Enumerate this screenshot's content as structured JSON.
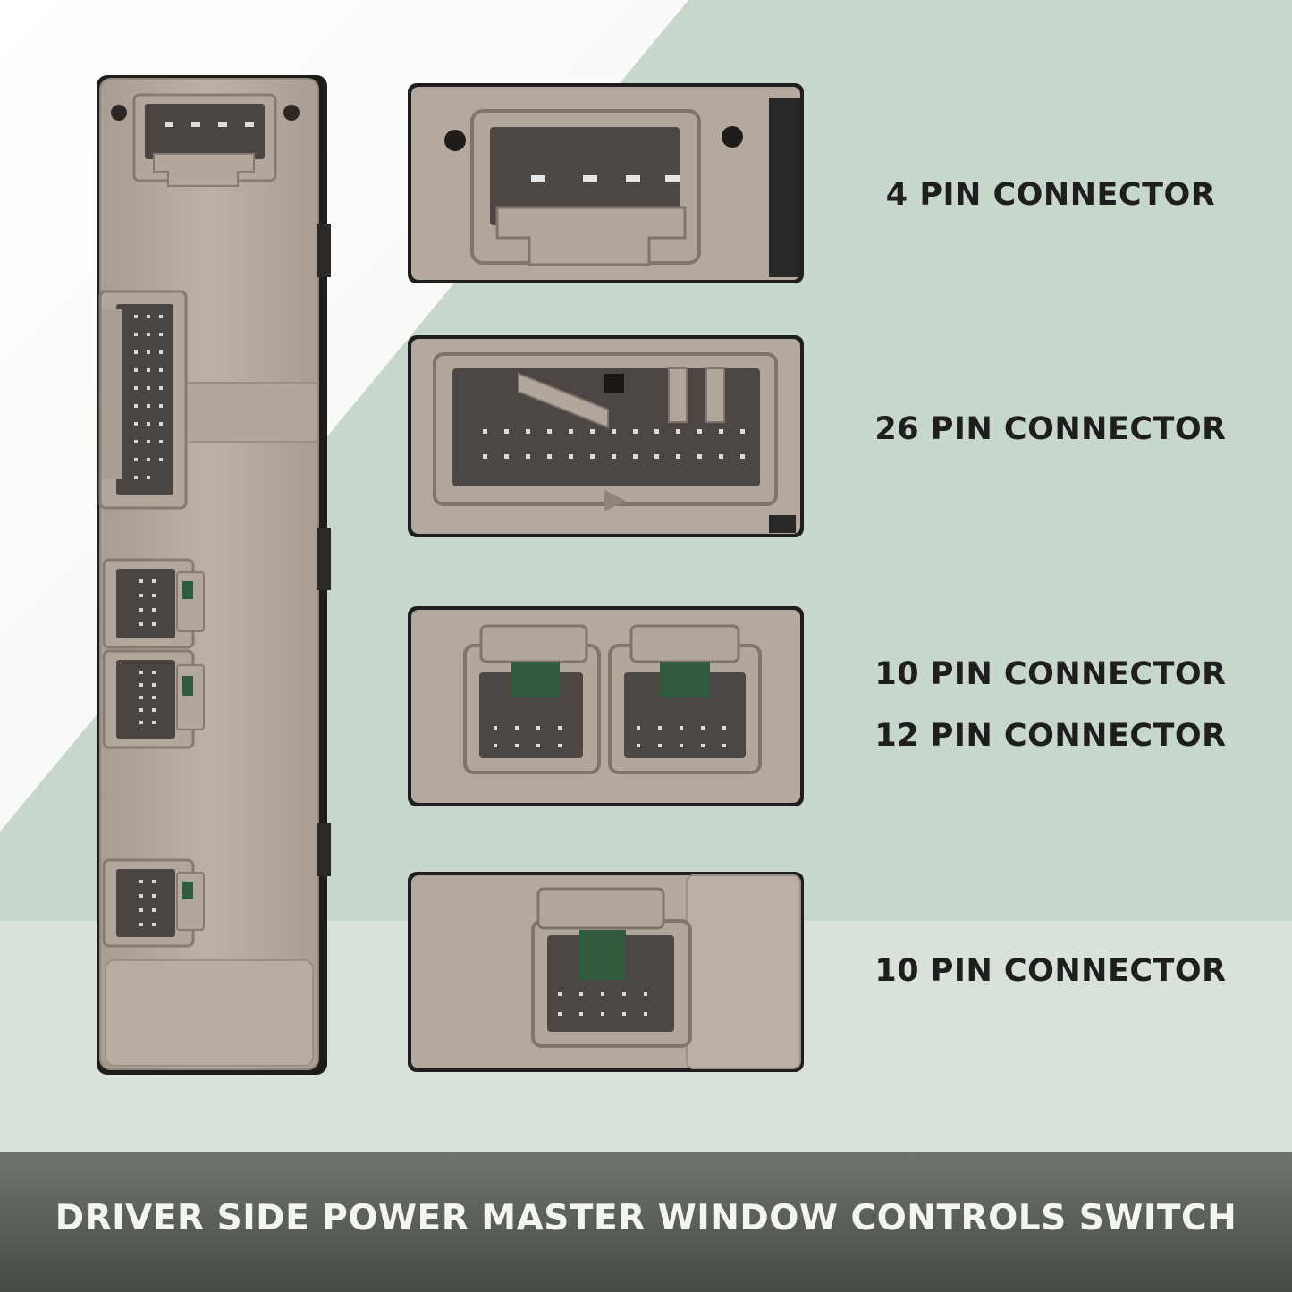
{
  "labels": {
    "connector_a": "4 PIN CONNECTOR",
    "connector_b": "26 PIN CONNECTOR",
    "connector_c1": "10 PIN CONNECTOR",
    "connector_c2": "12 PIN CONNECTOR",
    "connector_d": "10 PIN CONNECTOR"
  },
  "footer": {
    "title": "DRIVER SIDE POWER MASTER WINDOW CONTROLS SWITCH"
  },
  "colors": {
    "background_light": "#dfe6df",
    "background_band": "#c6d5c9",
    "plastic": "#b5aaa0",
    "plastic_dark": "#8f857b",
    "socket_inner": "#4a4541",
    "footer_band": "#585d58",
    "text_dark": "#1e1e1e",
    "text_light": "#f4f4f0"
  }
}
